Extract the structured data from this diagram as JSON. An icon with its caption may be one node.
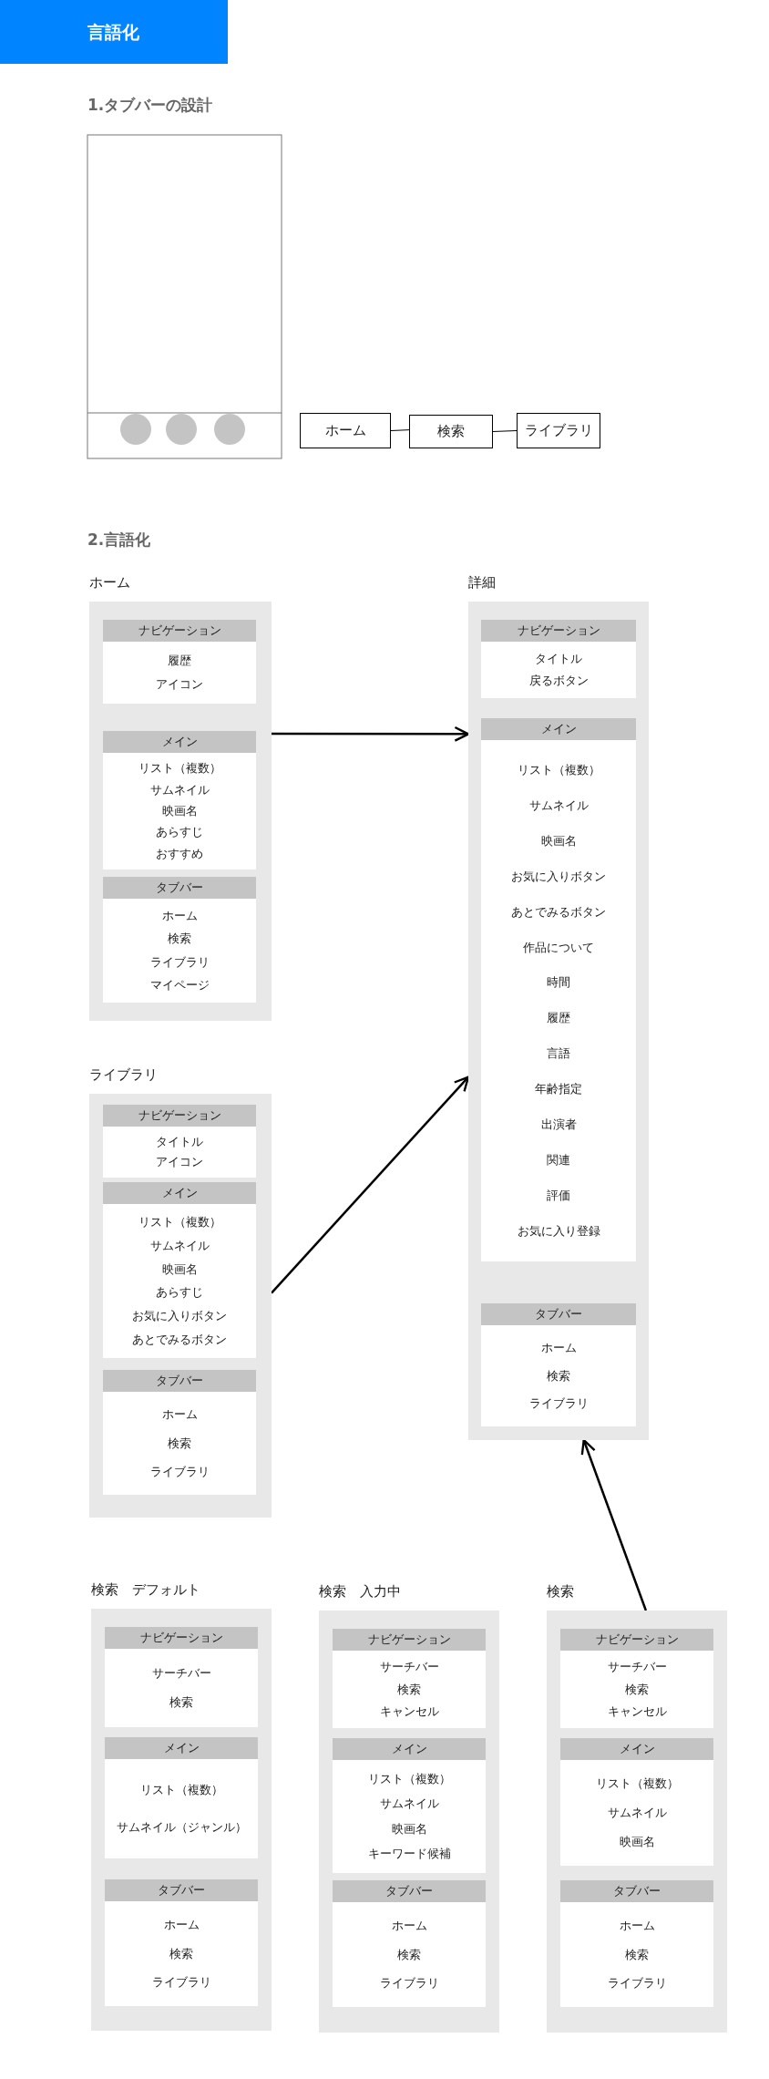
{
  "diagram": {
    "title": "言語化",
    "nodes": [
      {
        "text": [
          "ホーム"
        ]
      },
      {
        "text": [
          "検索"
        ]
      },
      {
        "text": [
          "ライブラリ"
        ]
      },
      {
        "text": [
          "ホーム"
        ]
      },
      {
        "text": [
          "ナビゲーション",
          "履歴",
          "アイコン"
        ],
        "in": 3
      },
      {
        "text": [
          "メイン",
          "リスト（複数）",
          "サムネイル",
          "映画名",
          "あらすじ",
          "おすすめ"
        ],
        "in": 3
      },
      {
        "text": [
          "タブバー",
          "ホーム",
          "検索",
          "ライブラリ",
          "マイページ"
        ],
        "in": 3
      },
      {
        "text": [
          "詳細"
        ]
      },
      {
        "text": [
          "ナビゲーション",
          "タイトル",
          "戻るボタン"
        ],
        "in": 7
      },
      {
        "text": [
          "メイン",
          "リスト（複数）",
          "サムネイル",
          "映画名",
          "お気に入りボタン",
          "あとでみるボタン",
          "作品について",
          "時間",
          "履歴",
          "言語",
          "年齢指定",
          "出演者",
          "関連",
          "評価",
          "お気に入り登録"
        ],
        "in": 7
      },
      {
        "text": [
          "タブバー",
          "ホーム",
          "検索",
          "ライブラリ"
        ],
        "in": 7
      },
      {
        "text": [
          "ライブラリ"
        ]
      },
      {
        "text": [
          "ナビゲーション",
          "タイトル",
          "アイコン"
        ],
        "in": 11
      },
      {
        "text": [
          "メイン",
          "リスト（複数）",
          "サムネイル",
          "映画名",
          "あらすじ",
          "お気に入りボタン",
          "あとでみるボタン"
        ],
        "in": 11
      },
      {
        "text": [
          "タブバー",
          "ホーム",
          "検索",
          "ライブラリ"
        ],
        "in": 11
      },
      {
        "text": [
          "検索　デフォルト"
        ]
      },
      {
        "text": [
          "ナビゲーション",
          "サーチバー",
          "検索"
        ],
        "in": 15
      },
      {
        "text": [
          "メイン",
          "リスト（複数）",
          "サムネイル（ジャンル）"
        ],
        "in": 15
      },
      {
        "text": [
          "タブバー",
          "ホーム",
          "検索",
          "ライブラリ"
        ],
        "in": 15
      },
      {
        "text": [
          "検索　入力中"
        ]
      },
      {
        "text": [
          "ナビゲーション",
          "サーチバー",
          "検索",
          "キャンセル"
        ],
        "in": 19
      },
      {
        "text": [
          "メイン",
          "リスト（複数）",
          "サムネイル",
          "映画名",
          "キーワード候補"
        ],
        "in": 19
      },
      {
        "text": [
          "タブバー",
          "ホーム",
          "検索",
          "ライブラリ"
        ],
        "in": 19
      },
      {
        "text": [
          "検索"
        ]
      },
      {
        "text": [
          "ナビゲーション",
          "サーチバー",
          "検索",
          "キャンセル"
        ],
        "in": 23
      },
      {
        "text": [
          "メイン",
          "リスト（複数）",
          "サムネイル",
          "映画名"
        ],
        "in": 23
      },
      {
        "text": [
          "タブバー",
          "ホーム",
          "検索",
          "ライブラリ"
        ],
        "in": 23
      }
    ],
    "edges": [
      {
        "from": 0,
        "to": 1,
        "arrow": "none"
      },
      {
        "from": 1,
        "to": 2,
        "arrow": "none"
      },
      {
        "from": 3,
        "to": 7,
        "arrow": "to"
      },
      {
        "from": 11,
        "to": 7,
        "arrow": "to"
      },
      {
        "from": 23,
        "to": 7,
        "arrow": "to"
      }
    ],
    "labels": [
      "1.タブバーの設計",
      "2.言語化"
    ]
  }
}
